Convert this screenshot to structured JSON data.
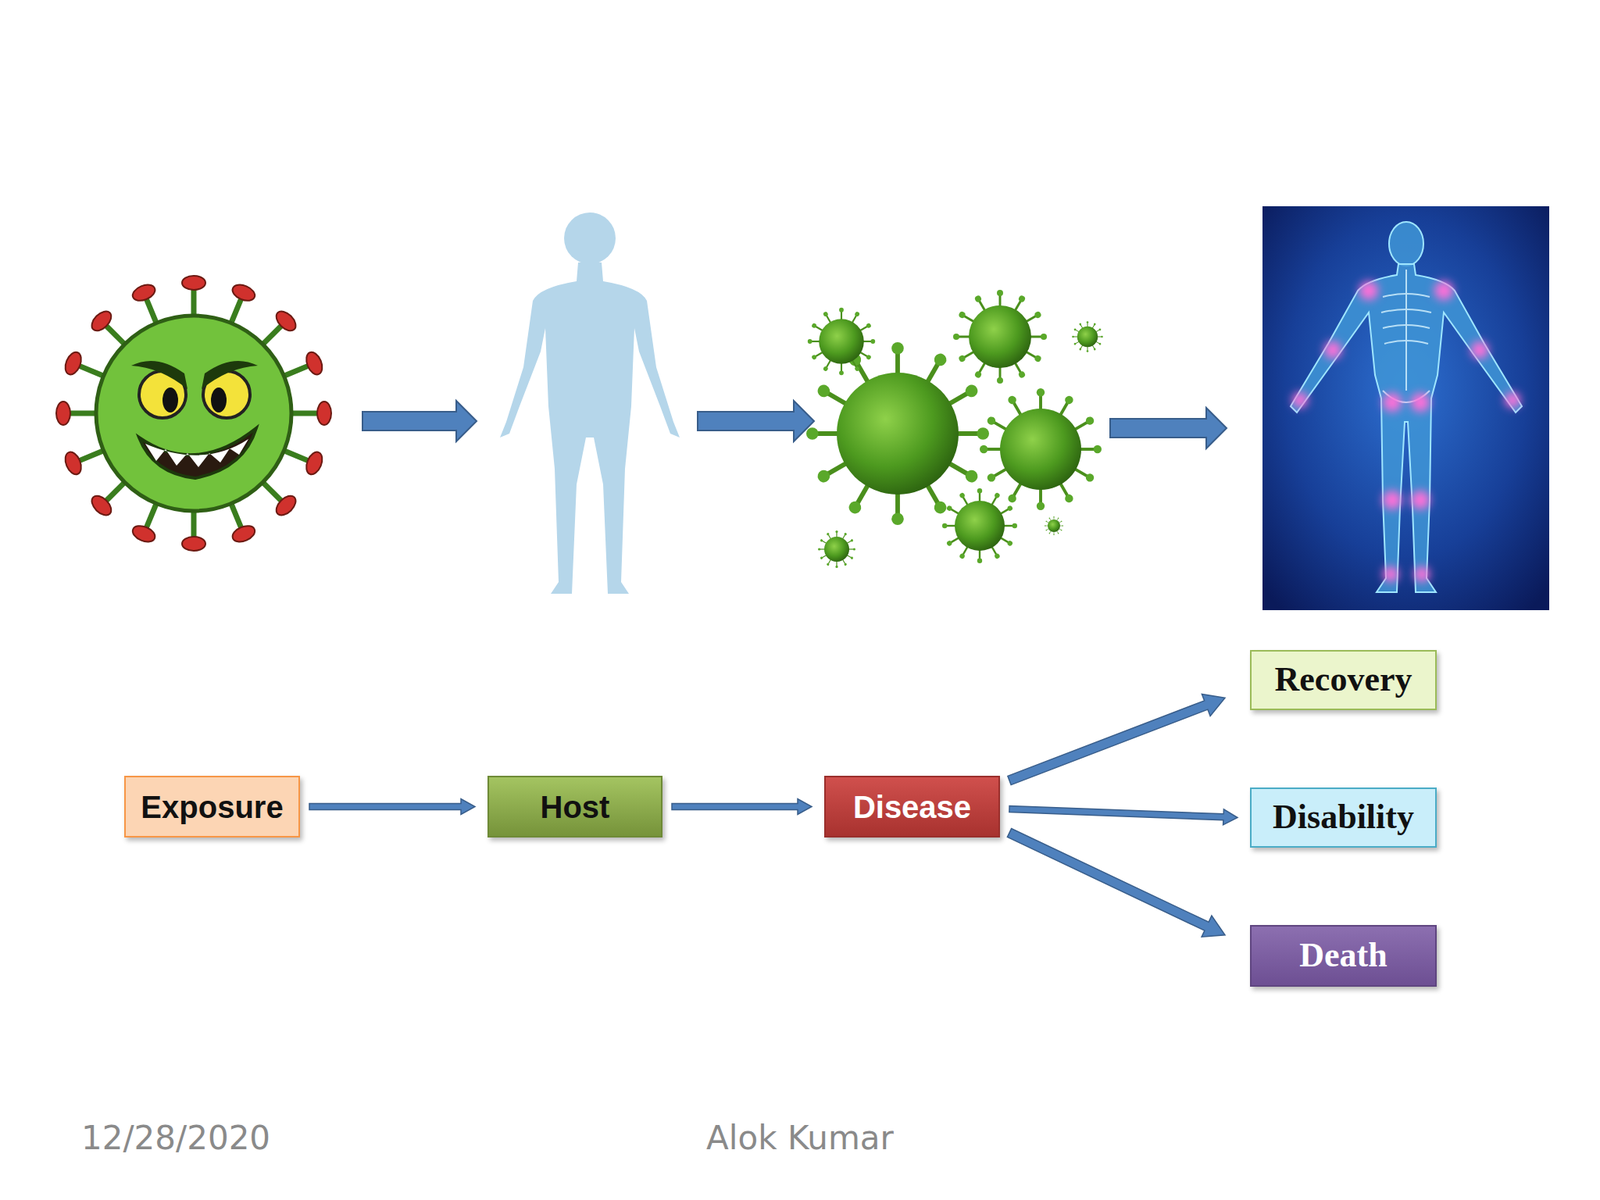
{
  "diagram": {
    "nodes": [
      {
        "text": [
          "Exposure"
        ]
      },
      {
        "text": [
          "Host"
        ]
      },
      {
        "text": [
          "Disease"
        ]
      },
      {
        "text": [
          "Recovery"
        ]
      },
      {
        "text": [
          "Disability"
        ]
      },
      {
        "text": [
          "Death"
        ]
      }
    ],
    "edges": [
      {
        "from": 0,
        "to": 1,
        "arrow": "to"
      },
      {
        "from": 1,
        "to": 2,
        "arrow": "to"
      },
      {
        "from": 2,
        "to": 3,
        "arrow": "to"
      },
      {
        "from": 2,
        "to": 4,
        "arrow": "to"
      },
      {
        "from": 2,
        "to": 5,
        "arrow": "to"
      }
    ],
    "labels": [
      "12/28/2020",
      "Alok Kumar"
    ]
  }
}
